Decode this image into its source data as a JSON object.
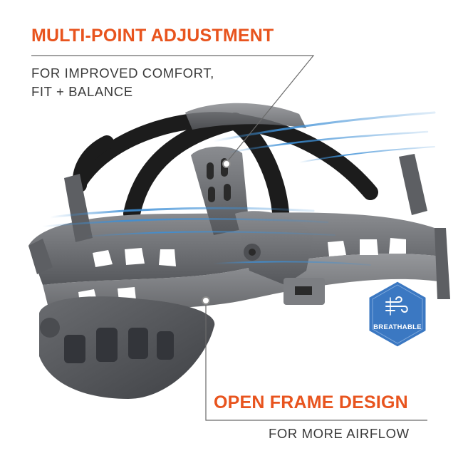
{
  "callouts": {
    "top": {
      "heading": "MULTI-POINT ADJUSTMENT",
      "lines": [
        "FOR IMPROVED COMFORT,",
        "FIT + BALANCE"
      ]
    },
    "bottom": {
      "heading": "OPEN FRAME DESIGN",
      "line": "FOR MORE AIRFLOW"
    }
  },
  "badge": {
    "label": "BREATHABLE",
    "icon": "airflow-icon",
    "color": "#3b78c2"
  },
  "colors": {
    "heading": "#e8541e",
    "body_text": "#3b3b3b",
    "frame": "#6b6d72",
    "strap": "#1c1c1c",
    "airflow": "#3d8fd6"
  }
}
